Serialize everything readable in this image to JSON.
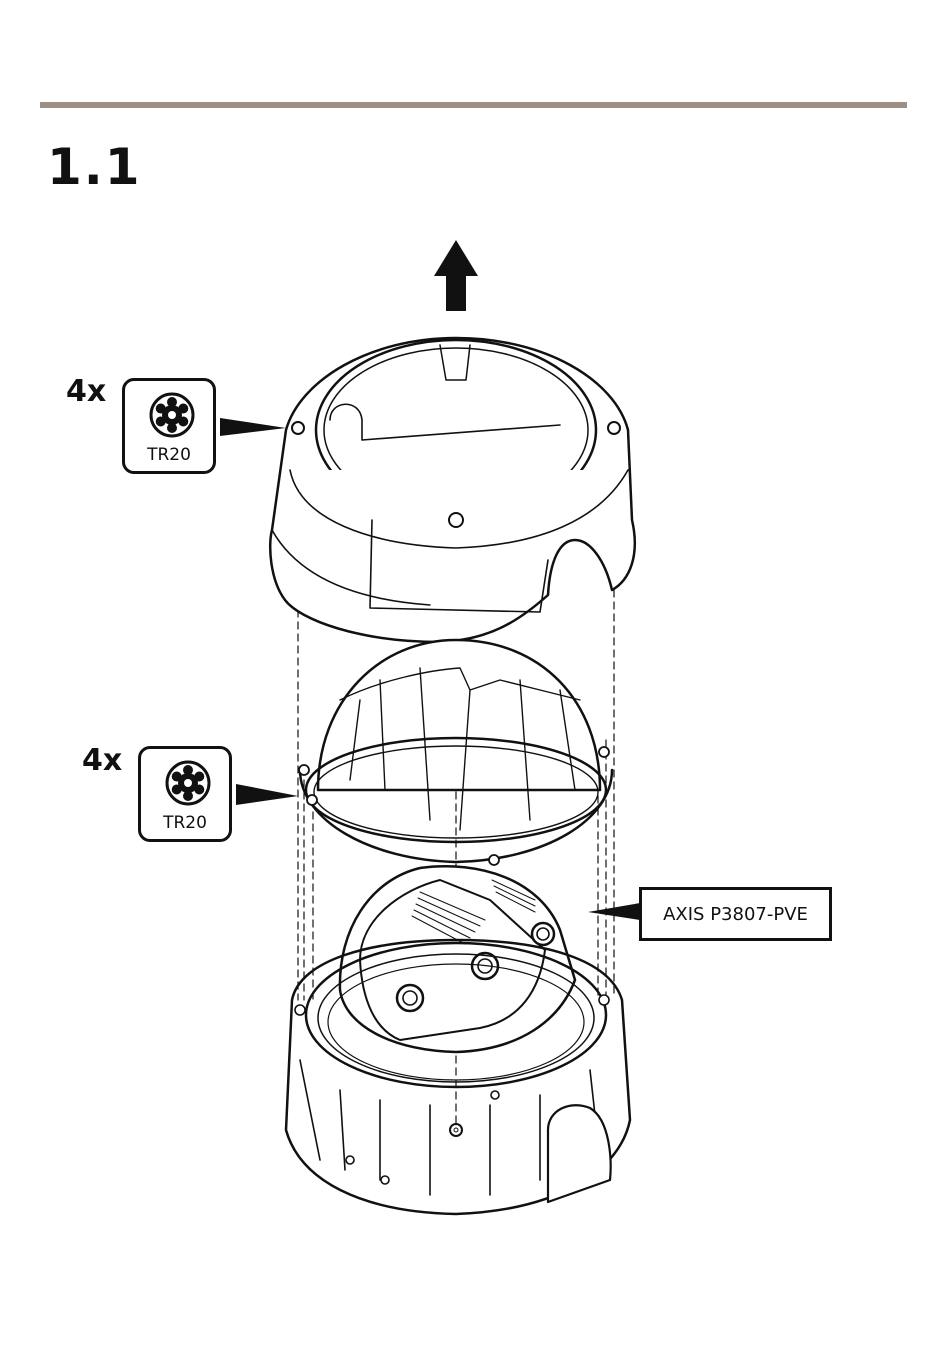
{
  "header": {
    "step": "1.1"
  },
  "callouts": {
    "top_screws": {
      "quantity": "4x",
      "tool": "TR20",
      "tool_icon": "torx-bit-icon"
    },
    "middle_screws": {
      "quantity": "4x",
      "tool": "TR20",
      "tool_icon": "torx-bit-icon"
    },
    "product": {
      "label": "AXIS P3807-PVE"
    }
  },
  "colors": {
    "rule": "#9d8f84",
    "line": "#111111"
  }
}
